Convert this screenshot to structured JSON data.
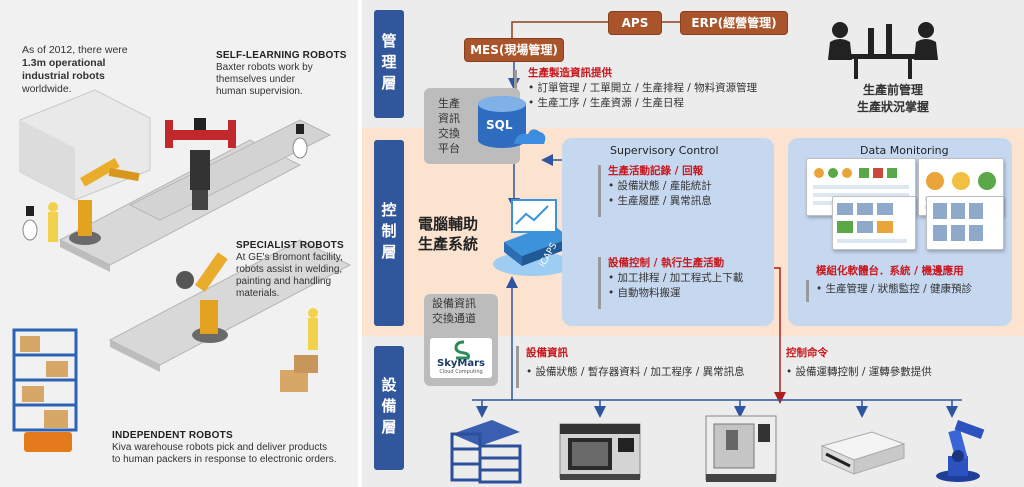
{
  "left": {
    "intro": {
      "part1": "As of 2012, there were ",
      "highlight": "1.3m",
      "part2": "operational industrial robots",
      "part3": " worldwide."
    },
    "sections": [
      {
        "heading": "SELF-LEARNING ROBOTS",
        "body": [
          "Baxter robots work by",
          "themselves under",
          "human supervision."
        ]
      },
      {
        "heading": "SPECIALIST ROBOTS",
        "body": [
          "At GE's Bromont facility,",
          "robots assist in welding,",
          "painting and handling",
          "materials."
        ]
      },
      {
        "heading": "INDEPENDENT ROBOTS",
        "body": [
          "Kiva warehouse robots pick and deliver products",
          "to human packers in response to electronic orders."
        ]
      }
    ]
  },
  "right": {
    "tiers": {
      "mgmt": "管理層",
      "ctrl": "控制層",
      "dev": "設備層"
    },
    "top_buttons": {
      "aps": "APS",
      "erp": "ERP(經營管理)",
      "mes": "MES(現場管理)"
    },
    "mgmt_info": {
      "title": "生產製造資訊提供",
      "items": [
        "訂單管理 / 工單開立 / 生產排程 / 物料資源管理",
        "生產工序 / 生產資源 / 生產日程"
      ]
    },
    "meeting_caption": [
      "生產前管理",
      "生產狀況掌握"
    ],
    "exchange_platform": [
      "生產",
      "資訊",
      "交換",
      "平台"
    ],
    "sql_label": "SQL",
    "cap_system": [
      "電腦輔助",
      "生產系統"
    ],
    "icaps_label": "iCAPS",
    "supervisory": {
      "title": "Supervisory Control",
      "record_title": "生產活動記錄 / 回報",
      "record_items": [
        "設備狀態 / 產能統計",
        "生產履歷 / 異常訊息"
      ],
      "control_title": "設備控制 / 執行生產活動",
      "control_items": [
        "加工排程 / 加工程式上下載",
        "自動物料搬運"
      ]
    },
    "monitoring": {
      "title": "Data Monitoring",
      "module_title": "模組化軟體台．系統 / 機邊應用",
      "module_item": "生產管理 / 狀態監控 / 健康預診"
    },
    "device_channel": [
      "設備資訊",
      "交換通道"
    ],
    "skymars": {
      "name": "SkyMars",
      "sub": "Cloud Computing"
    },
    "device_info": {
      "title": "設備資訊",
      "item": "設備狀態 / 暫存器資料 / 加工程序 / 異常訊息"
    },
    "control_cmd": {
      "title": "控制命令",
      "item": "設備運轉控制 / 運轉參數提供"
    },
    "equipment_icons": [
      "rack-storage",
      "cnc-machine",
      "machining-center",
      "agv-vehicle",
      "industrial-robot-arm"
    ]
  },
  "colors": {
    "tier_blue": "#30569c",
    "brown": "#a9542a",
    "red_title": "#c9171d",
    "panel_blue": "#c6d8f0",
    "ctrl_band": "#fbe3cf",
    "grey_band": "#ececec"
  }
}
